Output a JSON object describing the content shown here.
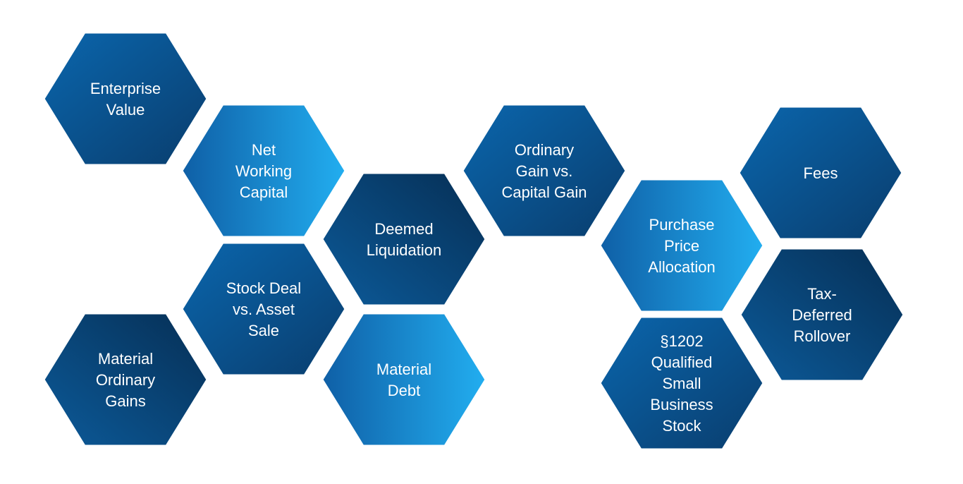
{
  "hexagons": [
    {
      "id": "enterprise-value",
      "lines": [
        "Enterprise",
        "Value"
      ],
      "style": "mid"
    },
    {
      "id": "net-working-capital",
      "lines": [
        "Net",
        "Working",
        "Capital"
      ],
      "style": "light"
    },
    {
      "id": "deemed-liquidation",
      "lines": [
        "Deemed",
        "Liquidation"
      ],
      "style": "dark"
    },
    {
      "id": "ordinary-gain-vs-capital-gain",
      "lines": [
        "Ordinary",
        "Gain vs.",
        "Capital Gain"
      ],
      "style": "mid"
    },
    {
      "id": "fees",
      "lines": [
        "Fees"
      ],
      "style": "mid"
    },
    {
      "id": "purchase-price-allocation",
      "lines": [
        "Purchase",
        "Price",
        "Allocation"
      ],
      "style": "light"
    },
    {
      "id": "stock-deal-vs-asset-sale",
      "lines": [
        "Stock Deal",
        "vs. Asset",
        "Sale"
      ],
      "style": "mid"
    },
    {
      "id": "tax-deferred-rollover",
      "lines": [
        "Tax-",
        "Deferred",
        "Rollover"
      ],
      "style": "dark"
    },
    {
      "id": "material-ordinary-gains",
      "lines": [
        "Material",
        "Ordinary",
        "Gains"
      ],
      "style": "dark"
    },
    {
      "id": "material-debt",
      "lines": [
        "Material",
        "Debt"
      ],
      "style": "light"
    },
    {
      "id": "section-1202-qsbs",
      "lines": [
        "§1202",
        "Qualified",
        "Small",
        "Business",
        "Stock"
      ],
      "style": "mid"
    }
  ],
  "colors": {
    "light_start": "#0f5fa6",
    "light_end": "#22aef0",
    "mid_start": "#0a5da3",
    "mid_end": "#0a3f72",
    "dark_start": "#0b4a85",
    "dark_end": "#07335c",
    "stroke": "#ffffff",
    "text": "#ffffff"
  }
}
